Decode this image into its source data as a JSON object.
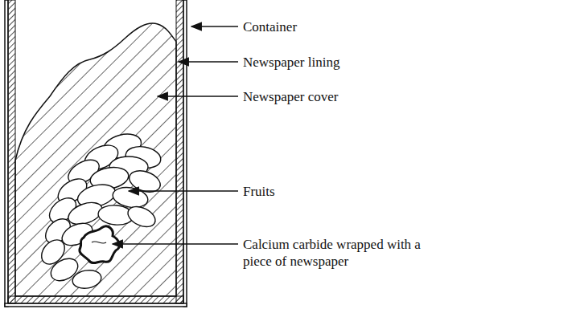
{
  "diagram": {
    "labels": [
      "Container",
      "Newspaper lining",
      "Newspaper cover",
      "Fruits",
      "Calcium carbide wrapped with a piece of newspaper"
    ]
  }
}
